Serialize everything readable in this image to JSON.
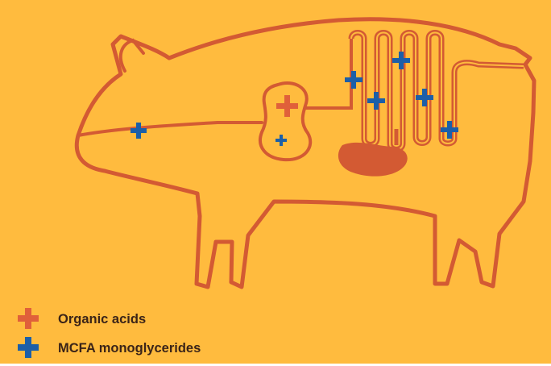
{
  "colors": {
    "background": "#FFBB3E",
    "pig_outline": "#D35A33",
    "organic_acids": "#E0603A",
    "mcfa": "#1C5FA8"
  },
  "icons": {
    "organic_acids": "plus-icon",
    "mcfa": "plus-icon"
  },
  "legend": {
    "items": [
      {
        "label": "Organic acids",
        "color_key": "organic_acids"
      },
      {
        "label": "MCFA monoglycerides",
        "color_key": "mcfa"
      }
    ]
  }
}
